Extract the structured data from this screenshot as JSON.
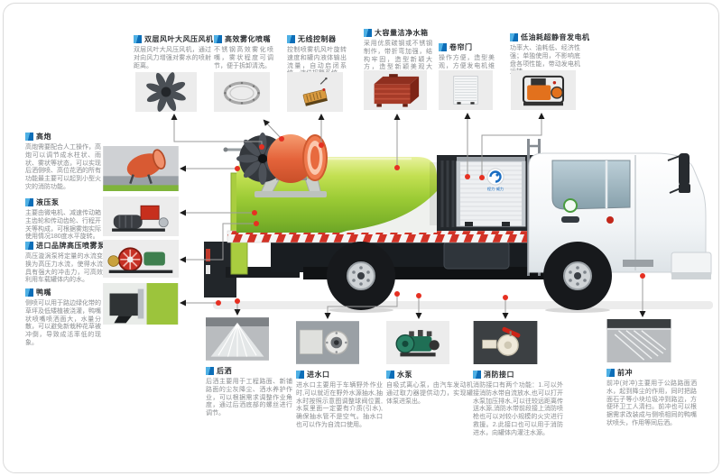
{
  "colors": {
    "accent": "#1689d4",
    "accent_dark": "#0d6eb8",
    "accent_light": "#4fb0e4",
    "leader_line": "#9b9b9b",
    "marker_dot_red": "#e63022",
    "title_text": "#2f3235",
    "body_text": "#8a8d90",
    "truck_green": "#9ccb35",
    "cannon_orange": "#e4633a"
  },
  "truck": {
    "door_logo_text": "程力·威力"
  },
  "callouts": {
    "top": [
      {
        "title": "双层风叶大风压风机",
        "body": "双层风叶大风压风机，通过对向风力增强对雾水的喷射距离。"
      },
      {
        "title": "高效雾化喷嘴",
        "body": "不锈钢高效雾化喷嘴，雾状程度可调节，便于拆卸清洗。"
      },
      {
        "title": "无线控制器",
        "body": "控制喷雾机风叶旋转速度和罐内液体输出流量，自动启闭系统，液位报警系统。"
      },
      {
        "title": "大容量洁净水箱",
        "body": "采用优质碳钢或不锈钢制作，带折弯加强，结构牢固，造型新颖大方，造型新颖美观大方。"
      },
      {
        "title": "卷帘门",
        "body": "操作方便，造型美观，方便发电机维护保养。"
      },
      {
        "title": "低油耗超静音发电机",
        "body": "功率大、油耗低、经济性强；单独使用，不影响底盘各项性能，带动发电机运转。"
      }
    ],
    "left": [
      {
        "title": "高炮",
        "body": "高炮需要配合人工操作，高炮可以调节成水柱状、雨状、雾状等状态，可以实现后洒侧喷、高位花洒的所有功能最主要可以起到小型火灾的消防功能。"
      },
      {
        "title": "液压泵",
        "body": "主要由微电机、减速传动箱主齿轮和传动齿轮、行程开关等构成，可根据雾炮实际使用情况180度水平旋转。"
      },
      {
        "title": "进口品牌高压喷雾泵",
        "body": "高压漩涡泵将定量的水流变换为高压力水流，使得水流具有强大的冲击力，可高效利用车载罐体内的水。"
      },
      {
        "title": "鸭嘴",
        "body": "侧喷可以用于路边绿化带的草坪及低矮植被浇灌，鸭嘴状喷嘴喷洒面大，水量分散，可以避免新栽种花草被冲倒，导致成活率低的现象。"
      }
    ],
    "bottom": [
      {
        "title": "后洒",
        "body": "后洒主要用于工程路面、新铺路面的尘灰降尘、洒水养护作业，可以根据需求调整作业角度，通过后洒底部的螺丝进行调节。"
      },
      {
        "title": "进水口",
        "body": "进水口主要用于车辆野外作业时,可以就近在野外水源抽水,抽水时按照示意图调整球阀位置,水泵里面一定要有介质(引水),确保抽水管不是空气。抽水口也可以作为自流口使用。"
      },
      {
        "title": "水泵",
        "body": "自吸式离心泵，由汽车发动机通过取力器提供动力，实现罐体泵进泵出。"
      },
      {
        "title": "消防接口",
        "body": "消防接口有两个功能：1.可以外接消防水带自流放水,也可以打开水泵加压排水,可以往较远距离传送水源,消防水带前段接上消防喷枪也可以对较小规模的火灾进行救援。2.此接口也可以用于消防进水，向罐体内灌注水源。"
      },
      {
        "title": "前冲",
        "body": "前冲(对冲)主要用于公路路面洒水，起到降尘的作用，同时把路面石子等小块垃圾冲到路边，方便环卫工人清扫。前冲也可以根据需求改装成与侧喷相同的鸭嘴状喷头，作用等同后洒。"
      }
    ]
  }
}
